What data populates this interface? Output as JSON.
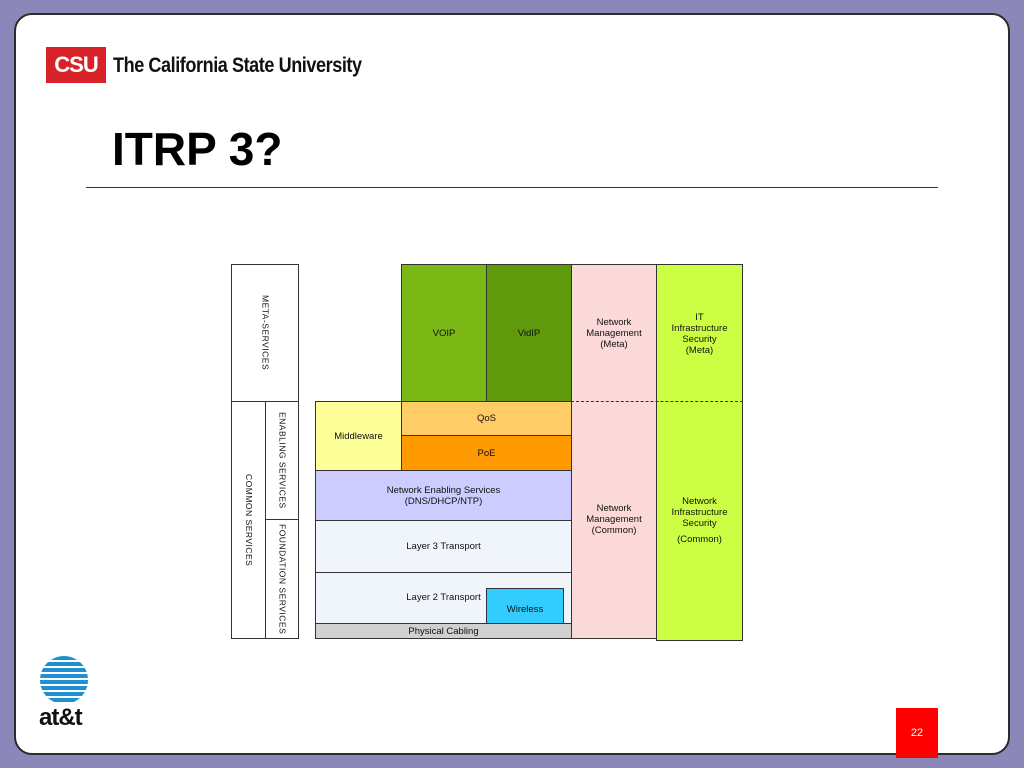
{
  "header": {
    "logo_abbr": "CSU",
    "logo_name": "The California State University",
    "title": "ITRP 3?"
  },
  "diagram": {
    "left_labels": {
      "meta": "META-SERVICES",
      "common": "COMMON SERVICES",
      "enabling": "ENABLING SERVICES",
      "foundation": "FOUNDATION SERVICES"
    },
    "blocks": {
      "voip": "VOIP",
      "vidip": "VidIP",
      "netmgmt_meta": "Network Management (Meta)",
      "it_security_meta": "IT Infrastructure Security (Meta)",
      "middleware": "Middleware",
      "qos": "QoS",
      "poe": "PoE",
      "nes": "Network Enabling Services (DNS/DHCP/NTP)",
      "l3": "Layer 3 Transport",
      "l2": "Layer 2 Transport",
      "wireless": "Wireless",
      "cabling": "Physical Cabling",
      "netmgmt_common": "Network Management (Common)",
      "nis_common_1": "Network Infrastructure Security",
      "nis_common_2": "(Common)"
    },
    "colors": {
      "voip": "#79b815",
      "vidip": "#5e9a0b",
      "netmgmt": "#fcd9d9",
      "security": "#ccff44",
      "middleware": "#ffff99",
      "qos": "#ffcc66",
      "poe": "#ff9900",
      "nes": "#ccccff",
      "transport": "#f0f4fb",
      "wireless": "#33ccff",
      "cabling": "#d0d0d0"
    }
  },
  "footer": {
    "att_logo": "at&t",
    "page_number": "22"
  }
}
